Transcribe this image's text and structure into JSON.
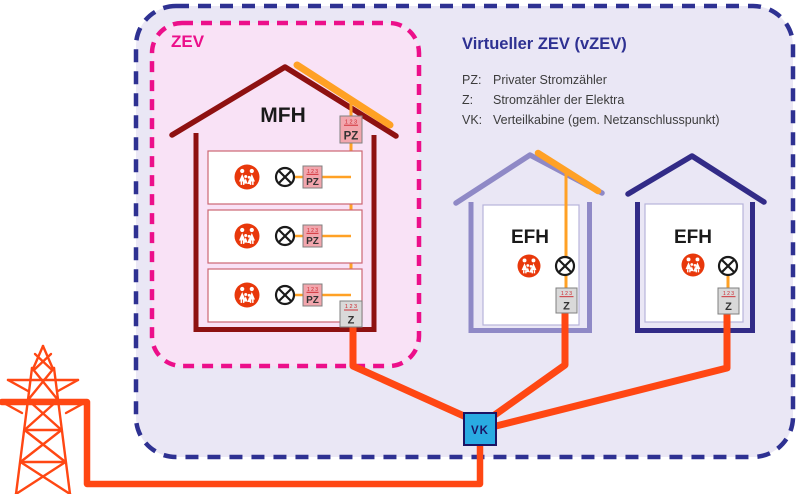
{
  "zones": {
    "zev": {
      "label": "ZEV"
    },
    "vzev": {
      "title": "Virtueller ZEV (vZEV)"
    }
  },
  "legend": {
    "items": [
      {
        "term": "PZ:",
        "desc": "Privater Stromzähler"
      },
      {
        "term": "Z:",
        "desc": "Stromzähler der Elektra"
      },
      {
        "term": "VK:",
        "desc": "Verteilkabine (gem. Netzanschlusspunkt)"
      }
    ]
  },
  "buildings": {
    "mfh": {
      "label": "MFH"
    },
    "efh_left": {
      "label": "EFH"
    },
    "efh_right": {
      "label": "EFH"
    }
  },
  "meters": {
    "dial_digits": "1 2 3",
    "pz_label": "PZ",
    "z_label": "Z"
  },
  "grid": {
    "vk_label": "VK"
  },
  "icons": {
    "family": "family-icon (white family pictogram in red circle)",
    "lamp": "lamp-icon (circle with X, electrical lamp symbol)",
    "solar": "solar-panel-icon (orange bar on roof)",
    "pylon": "power-pylon-icon (lattice transmission tower)"
  },
  "colors": {
    "vzev_border": "#2e3192",
    "vzev_fill": "#eae7f5",
    "zev_border": "#ec0f8a",
    "zev_fill": "#f9e2f6",
    "mfh_outline": "#8e1111",
    "efh_left_outline": "#8f89c6",
    "efh_right_outline": "#322b87",
    "solar_panel": "#ffa125",
    "internal_wiring": "#ffa125",
    "grid_wiring": "#ff4713",
    "family_icon": "#e8380b",
    "lamp_icon": "#1a1a1a",
    "vk_fill": "#29abe2",
    "vk_border": "#1b1464",
    "meter_pz_fill": "#f2a6ad",
    "meter_z_fill": "#d9d9d9",
    "meter_digits": "#cc2229",
    "legend_text": "#3c3c3c"
  }
}
